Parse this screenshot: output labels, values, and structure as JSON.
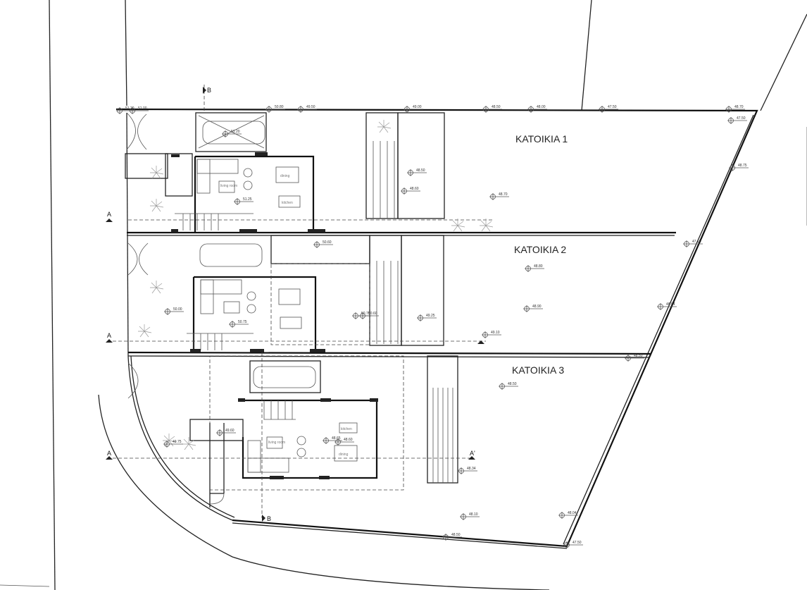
{
  "plots": [
    {
      "label": "KATOIKIA 1"
    },
    {
      "label": "KATOIKIA 2"
    },
    {
      "label": "KATOIKIA 3"
    }
  ],
  "section_marks": {
    "a": "A",
    "a_prime": "A'",
    "b": "B"
  },
  "rooms": {
    "living": "living room",
    "dining": "dining",
    "kitchen": "kitchen"
  },
  "elevations": [
    "51.20",
    "51.00",
    "50.80",
    "49.50",
    "49.00",
    "48.50",
    "48.00",
    "47.50",
    "48.70",
    "47.50",
    "48.75",
    "48.50",
    "48.60",
    "48.70",
    "51.20",
    "51.25",
    "50.60",
    "50.70",
    "50.60",
    "47.10",
    "48.80",
    "48.90",
    "50.75",
    "49.25",
    "49.10",
    "48.84",
    "48.50",
    "50.00",
    "49.75",
    "49.60",
    "48.60",
    "48.65",
    "48.50",
    "48.34",
    "48.04",
    "48.10",
    "48.50",
    "47.50"
  ],
  "colors": {
    "line": "#222222",
    "paper": "#ffffff"
  }
}
